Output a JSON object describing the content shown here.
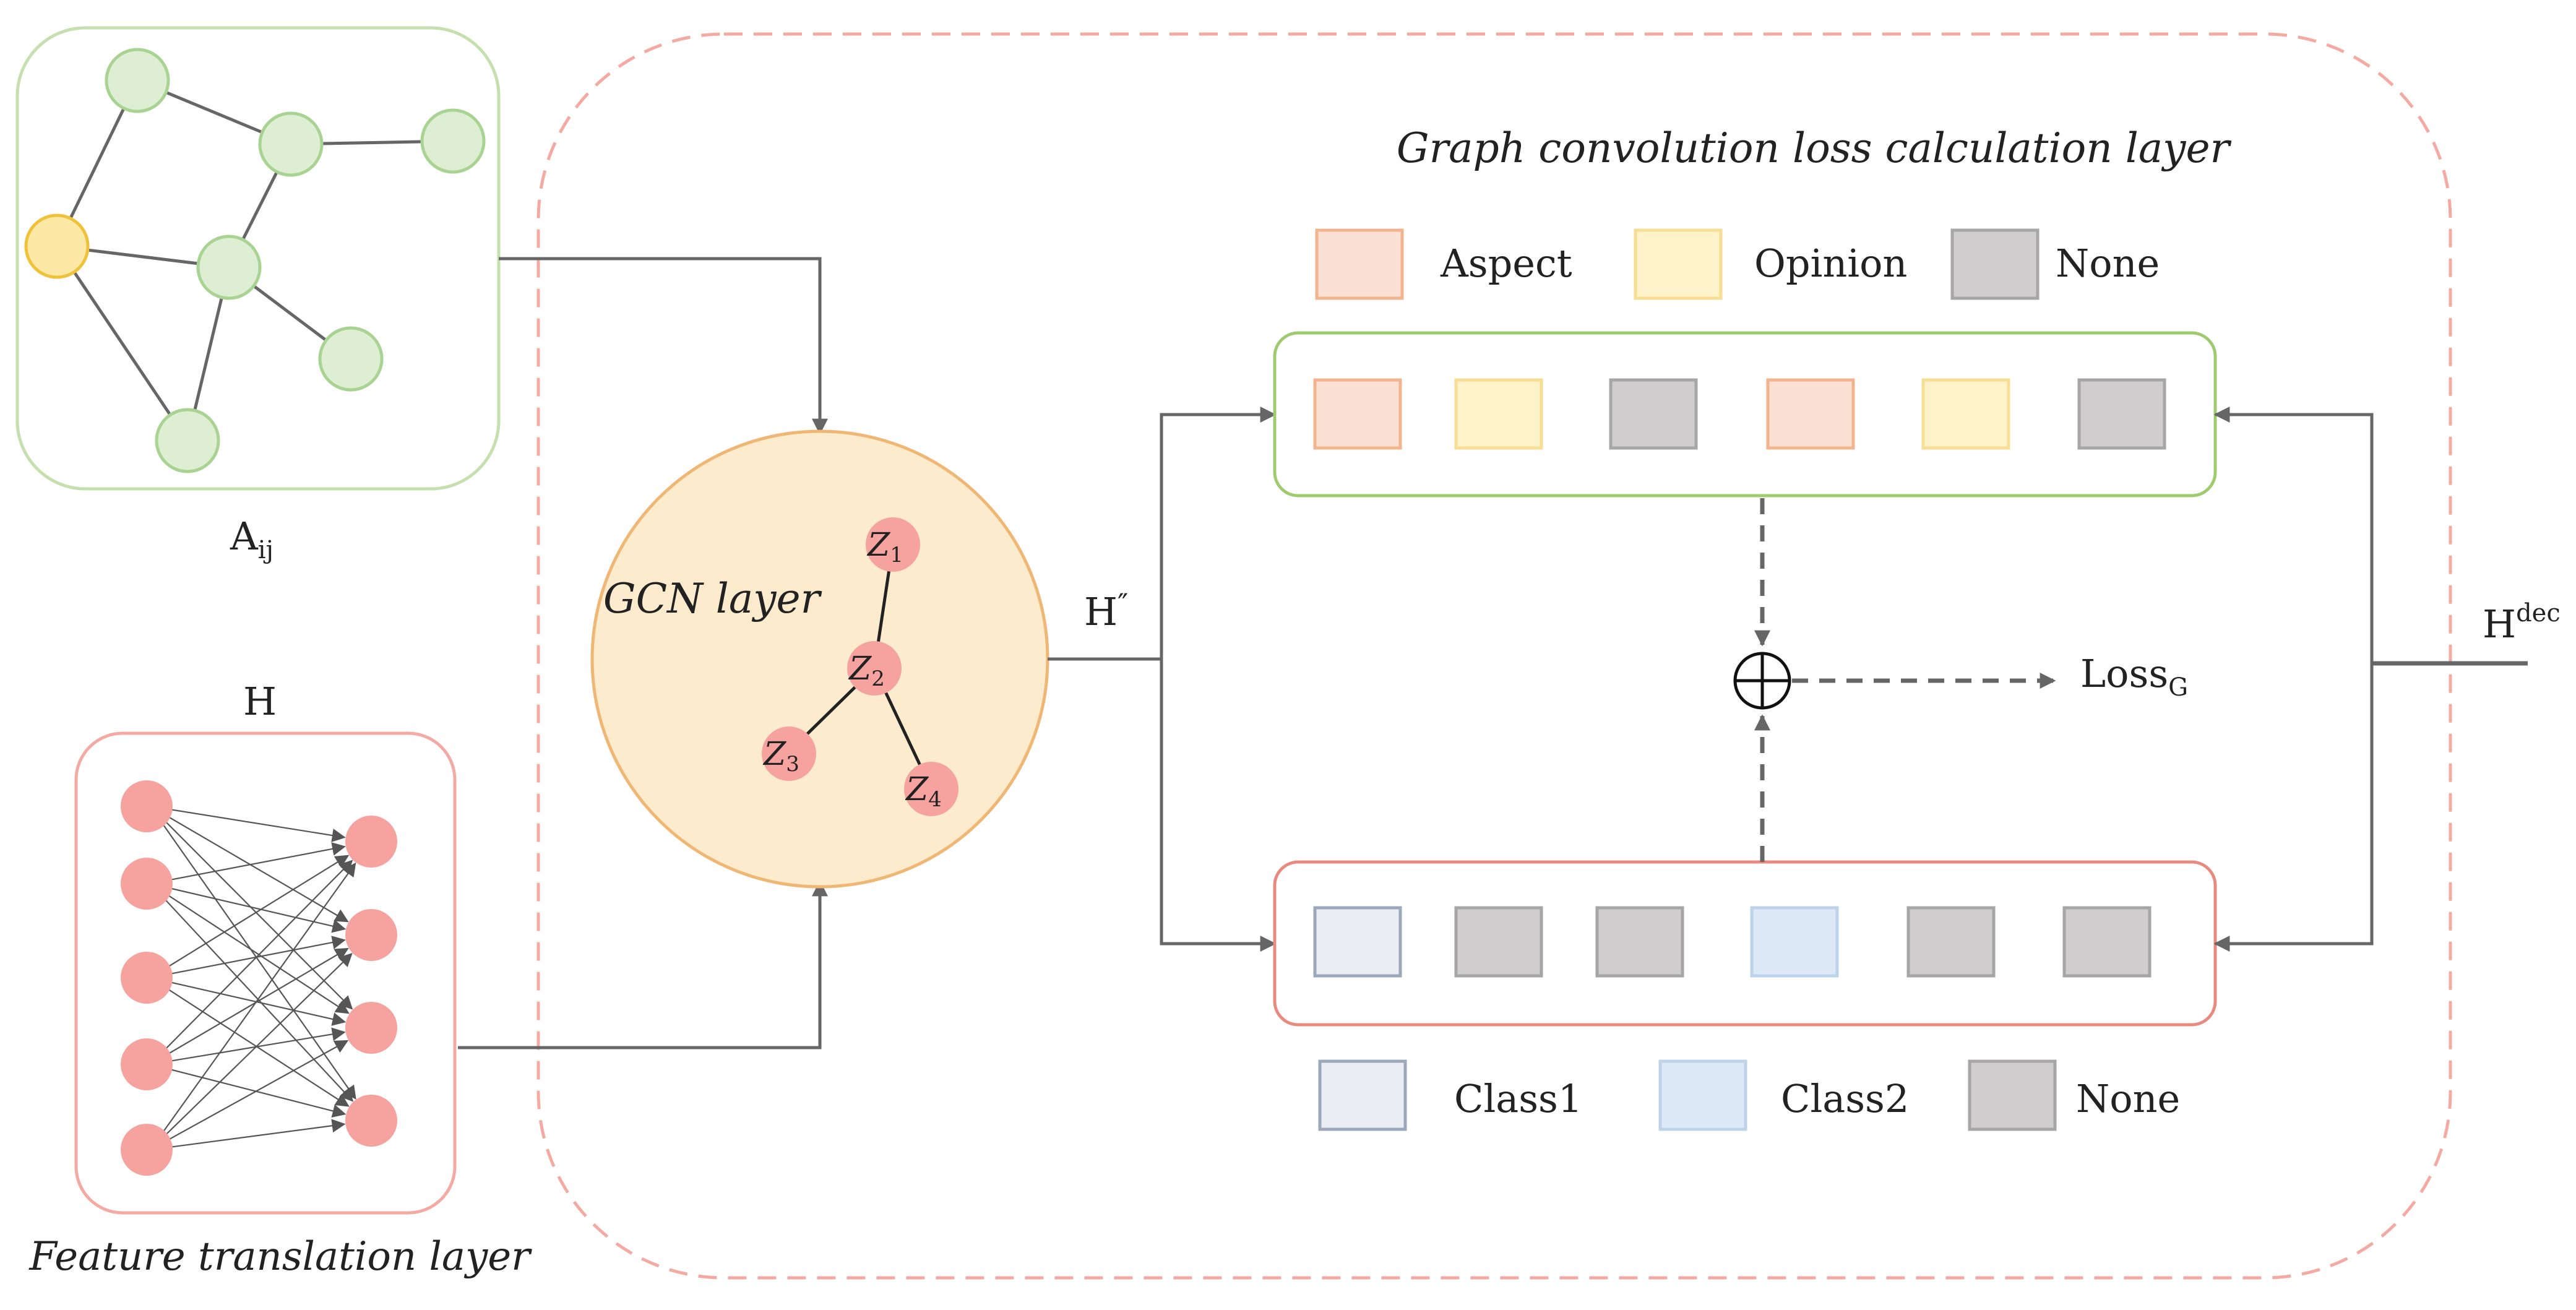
{
  "graph_input": {
    "label_main": "A",
    "label_sub": "ij",
    "box_color": "#c5dfae",
    "node_color": "#deeed2",
    "node_stroke": "#a9d392",
    "highlight_node_color": "#fde8a6",
    "highlight_node_stroke": "#f0c23a"
  },
  "feature_layer": {
    "title": "Feature translation layer",
    "input_label": "H",
    "box_color": "#f4aaa3",
    "node_color": "#f6a3a0"
  },
  "gcn": {
    "title": "GCN layer",
    "fill_color": "#fcebcd",
    "stroke_color": "#f0b674",
    "nodes": [
      {
        "base": "Z",
        "sub": "1"
      },
      {
        "base": "Z",
        "sub": "2"
      },
      {
        "base": "Z",
        "sub": "3"
      },
      {
        "base": "Z",
        "sub": "4"
      }
    ],
    "output_label": "H",
    "output_prime": "″"
  },
  "loss_layer": {
    "title": "Graph convolution loss calculation layer",
    "outer_border_color": "#f4aaa3",
    "legend_top": [
      {
        "label": "Aspect",
        "fill": "#fbe1d3",
        "stroke": "#f2b48e"
      },
      {
        "label": "Opinion",
        "fill": "#fdf2ca",
        "stroke": "#f8dd94"
      },
      {
        "label": "None",
        "fill": "#cfcdce",
        "stroke": "#a6a6a6"
      }
    ],
    "legend_bottom": [
      {
        "label": "Class1",
        "fill": "#eaedf4",
        "stroke": "#9aa8ba"
      },
      {
        "label": "Class2",
        "fill": "#dde9f5",
        "stroke": "#bcd3ea"
      },
      {
        "label": "None",
        "fill": "#cfcdce",
        "stroke": "#a6a6a6"
      }
    ],
    "top_sequence": [
      "aspect",
      "opinion",
      "none",
      "aspect",
      "opinion",
      "none"
    ],
    "bottom_sequence": [
      "class1",
      "none",
      "none",
      "class2",
      "none",
      "none"
    ],
    "top_box_color": "#9fcb6f",
    "bottom_box_color": "#e9897f",
    "loss_label": "Loss",
    "loss_sub": "G",
    "decoder_label": "H",
    "decoder_sup": "dec"
  }
}
